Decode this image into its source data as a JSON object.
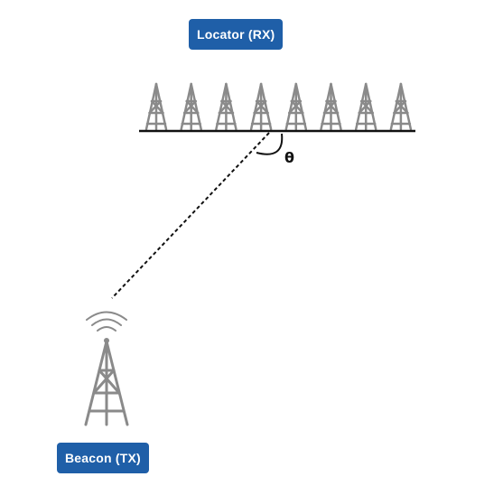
{
  "receiver": {
    "label": "Locator (RX)",
    "antenna_count": 8
  },
  "transmitter": {
    "label": "Beacon (TX)"
  },
  "angle": {
    "symbol": "θ"
  },
  "colors": {
    "badge": "#1f5fa8",
    "antenna": "#8a8a8a",
    "baseline": "#111111",
    "signal_path": "#111111"
  }
}
